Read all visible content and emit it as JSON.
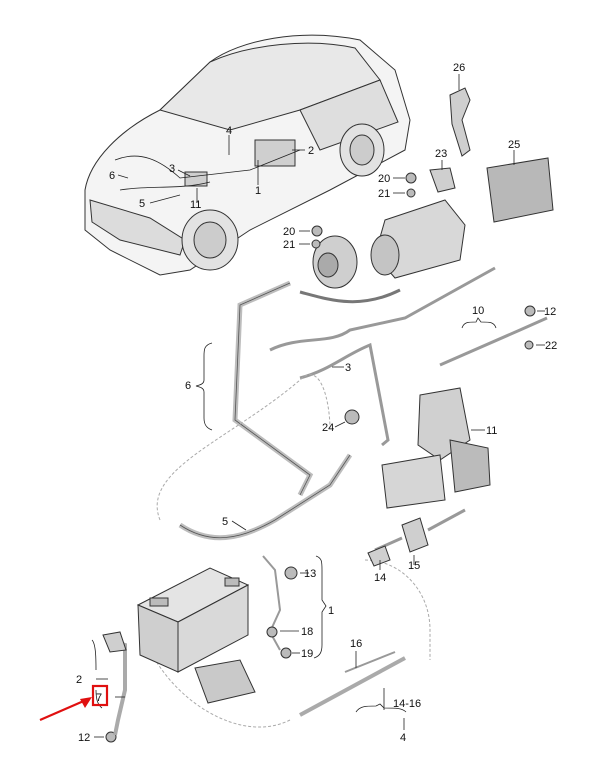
{
  "callouts": [
    {
      "id": "c26",
      "text": "26"
    },
    {
      "id": "c25",
      "text": "25"
    },
    {
      "id": "c4a",
      "text": "4"
    },
    {
      "id": "c2a",
      "text": "2"
    },
    {
      "id": "c3a",
      "text": "3"
    },
    {
      "id": "c6a",
      "text": "6"
    },
    {
      "id": "c1a",
      "text": "1"
    },
    {
      "id": "c5a",
      "text": "5"
    },
    {
      "id": "c11a",
      "text": "11"
    },
    {
      "id": "c20a",
      "text": "20"
    },
    {
      "id": "c21a",
      "text": "21"
    },
    {
      "id": "c23",
      "text": "23"
    },
    {
      "id": "c20b",
      "text": "20"
    },
    {
      "id": "c21b",
      "text": "21"
    },
    {
      "id": "c10",
      "text": "10"
    },
    {
      "id": "c12a",
      "text": "12"
    },
    {
      "id": "c22",
      "text": "22"
    },
    {
      "id": "c6b",
      "text": "6"
    },
    {
      "id": "c3b",
      "text": "3"
    },
    {
      "id": "c11b",
      "text": "11"
    },
    {
      "id": "c24",
      "text": "24"
    },
    {
      "id": "c5b",
      "text": "5"
    },
    {
      "id": "c13",
      "text": "13"
    },
    {
      "id": "c14",
      "text": "14"
    },
    {
      "id": "c15",
      "text": "15"
    },
    {
      "id": "c1b",
      "text": "1"
    },
    {
      "id": "c18",
      "text": "18"
    },
    {
      "id": "c19",
      "text": "19"
    },
    {
      "id": "c16",
      "text": "16"
    },
    {
      "id": "c1416",
      "text": "14-16"
    },
    {
      "id": "c4b",
      "text": "4"
    },
    {
      "id": "c2b",
      "text": "2"
    },
    {
      "id": "c7",
      "text": "7"
    },
    {
      "id": "c12b",
      "text": "12"
    }
  ],
  "colors": {
    "highlight": "#e01010",
    "line": "#222222",
    "part": "#bdbdbd",
    "dash": "#aaaaaa"
  }
}
